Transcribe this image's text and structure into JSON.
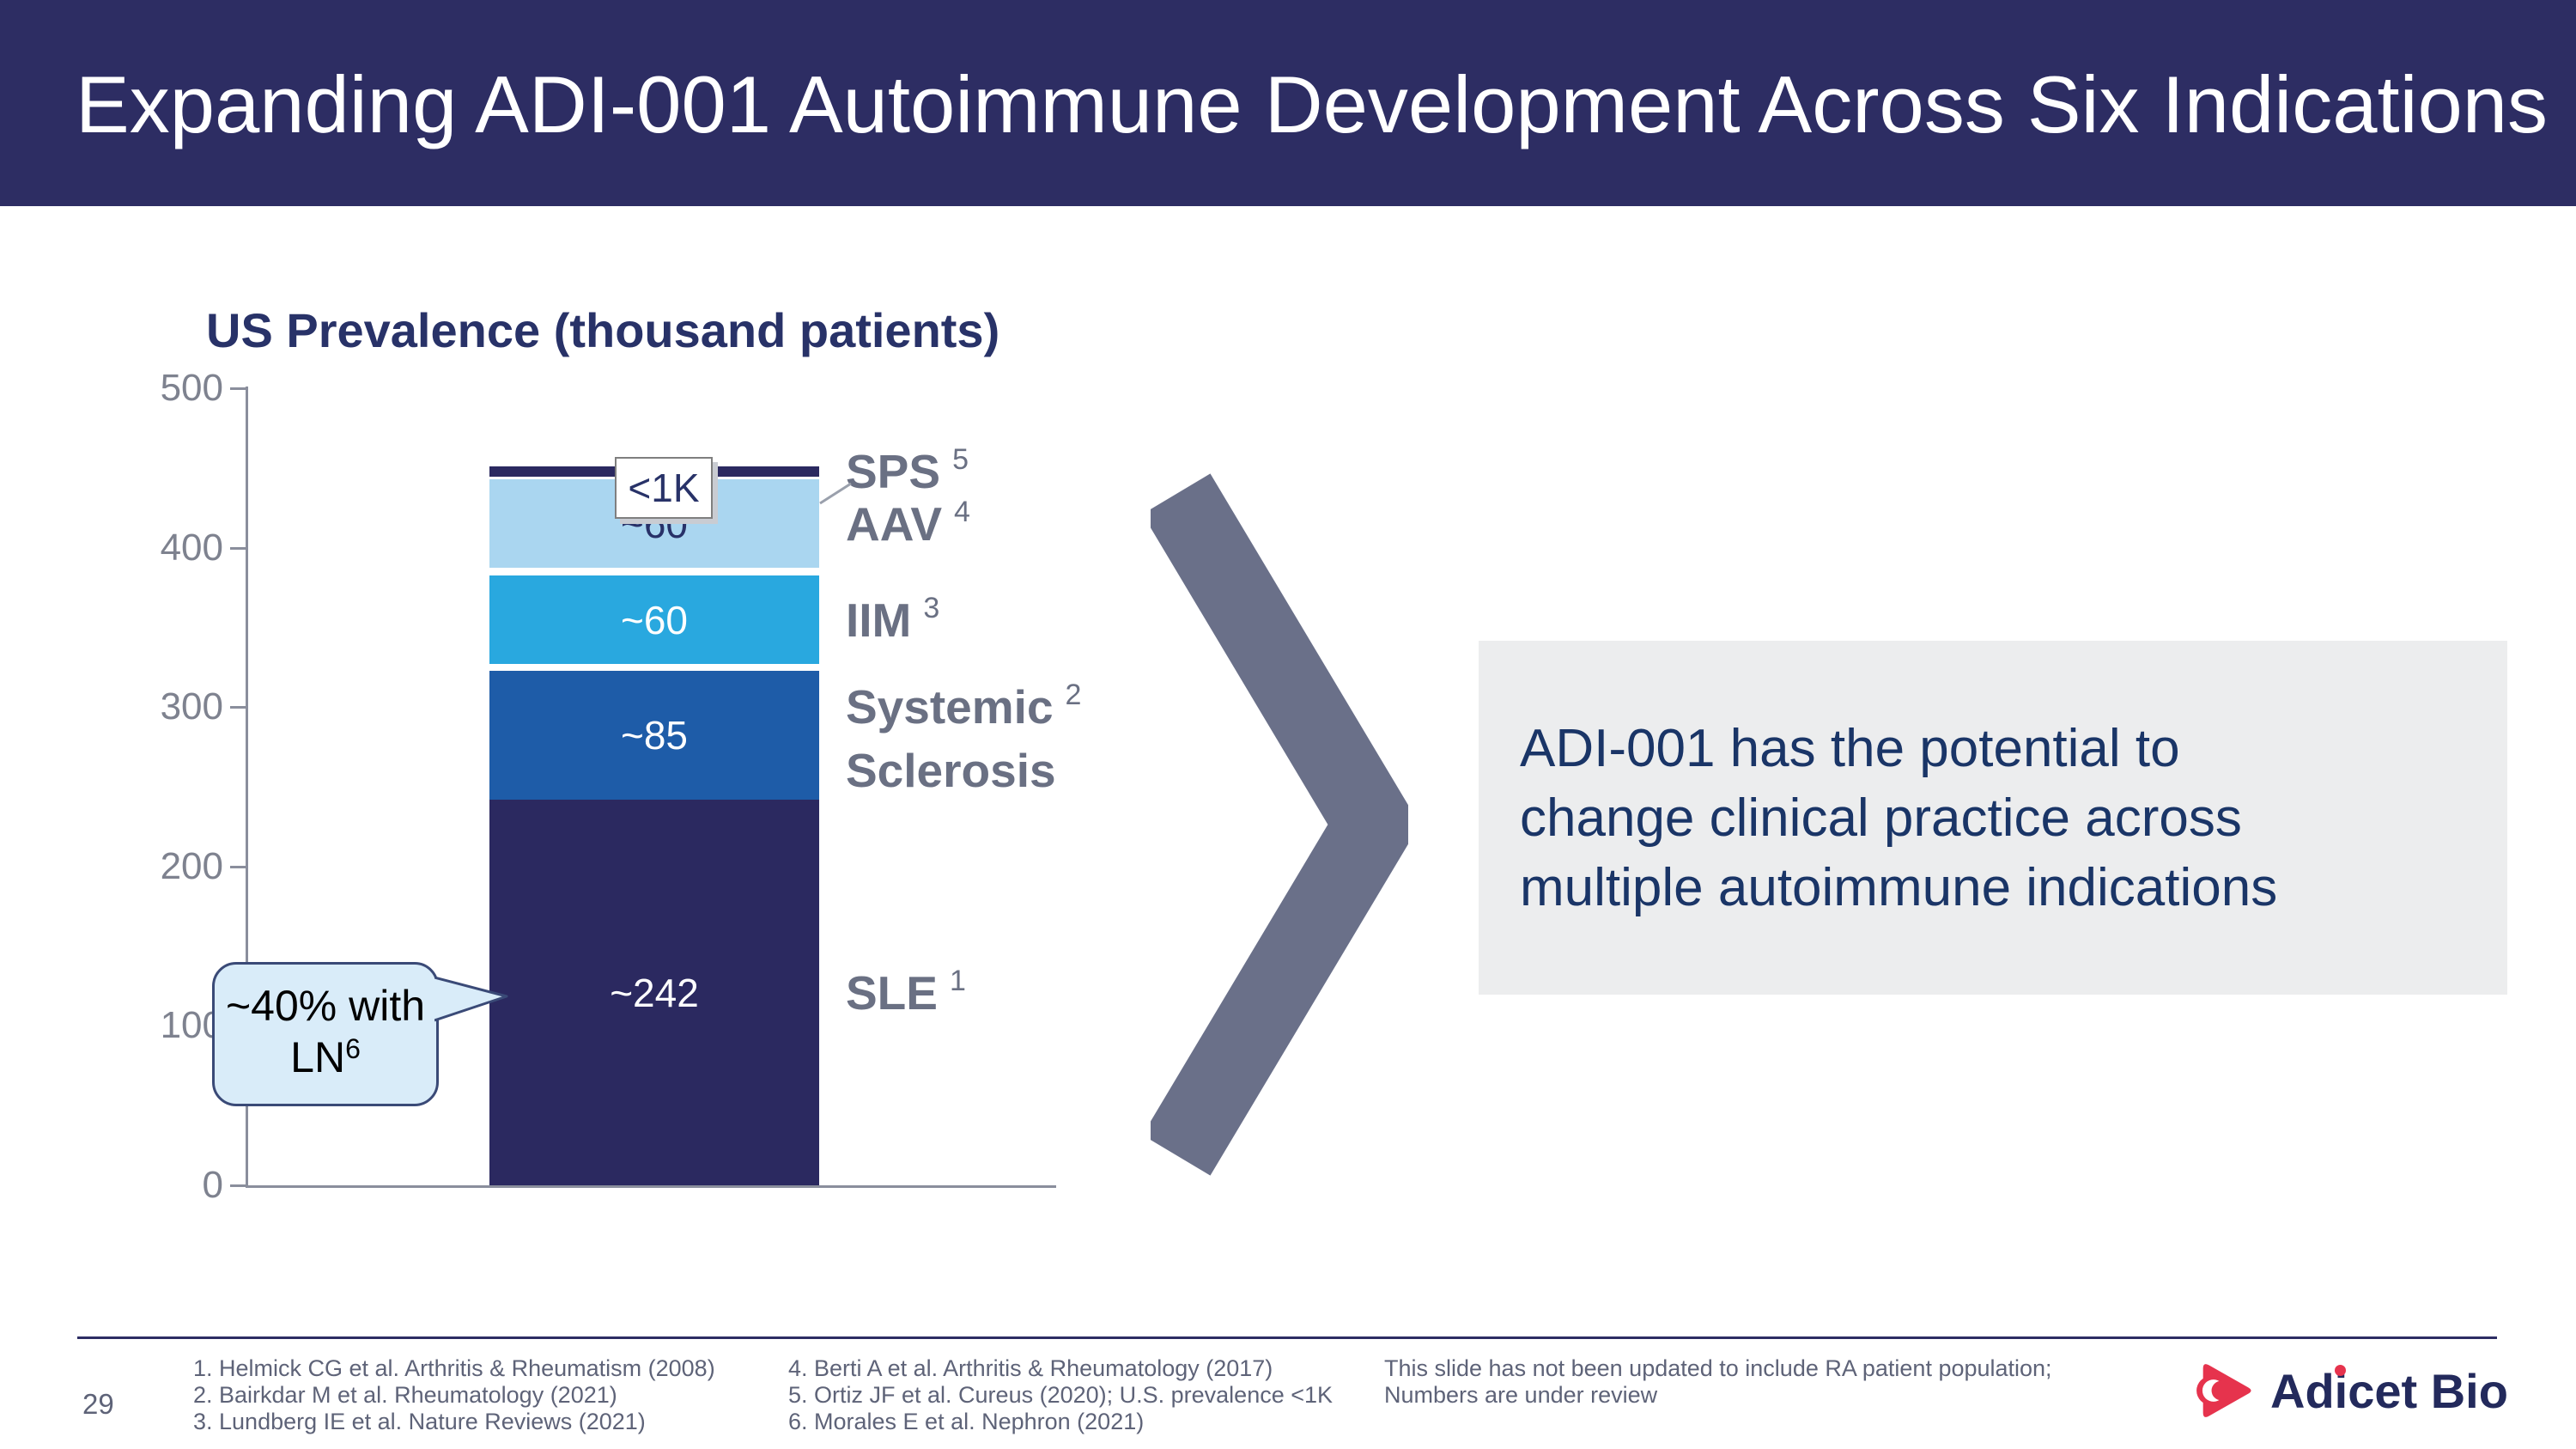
{
  "palette": {
    "header_navy": "#2D2D63",
    "sle_navy": "#2B2960",
    "ss_blue": "#1E5CA8",
    "iim_blue": "#29A8DF",
    "aav_light_blue": "#AAD6F0",
    "chevron_gray": "#6A7089",
    "label_gray": "#6A7083",
    "key_box_bg": "#ECEDEE",
    "key_text_navy": "#1A3567",
    "bubble_fill": "#D9ECF9",
    "bubble_stroke": "#3A4A77",
    "logo_red": "#E6334D",
    "logo_navy": "#232A5C"
  },
  "header": {
    "title": "Expanding ADI-001 Autoimmune Development Across Six Indications"
  },
  "chart": {
    "title": "US Prevalence (thousand patients)",
    "y_ticks": [
      "500",
      "400",
      "300",
      "200",
      "100",
      "0"
    ],
    "segments": [
      {
        "name": "SLE",
        "sup": "1",
        "value": 242,
        "display": "~242",
        "color": "#2B2960",
        "value_color": "#FFFFFF",
        "label_lines": [
          "SLE"
        ]
      },
      {
        "name": "Systemic Sclerosis",
        "sup": "2",
        "value": 85,
        "display": "~85",
        "color": "#1E5CA8",
        "value_color": "#FFFFFF",
        "label_lines": [
          "Systemic",
          "Sclerosis"
        ]
      },
      {
        "name": "IIM",
        "sup": "3",
        "value": 60,
        "display": "~60",
        "color": "#29A8DF",
        "value_color": "#FFFFFF",
        "label_lines": [
          "IIM"
        ]
      },
      {
        "name": "AAV",
        "sup": "4",
        "value": 60,
        "display": "~60",
        "color": "#AAD6F0",
        "value_color": "#283168",
        "label_lines": [
          "AAV"
        ]
      },
      {
        "name": "SPS",
        "sup": "5",
        "value": 1,
        "display": "<1K",
        "color": "#2B2960",
        "cap_height": 12,
        "label_lines": [
          "SPS"
        ]
      }
    ],
    "callout": {
      "text": "<1K"
    },
    "bubble": {
      "line1": "~40% with",
      "line2": "LN",
      "sup": "6"
    }
  },
  "chart_data": {
    "type": "bar",
    "stacked": true,
    "title": "US Prevalence (thousand patients)",
    "categories": [
      "US Prevalence (thousand patients)"
    ],
    "series": [
      {
        "name": "SLE",
        "superscript_ref": "1",
        "value": 242,
        "label": "~242"
      },
      {
        "name": "Systemic Sclerosis",
        "superscript_ref": "2",
        "value": 85,
        "label": "~85"
      },
      {
        "name": "IIM",
        "superscript_ref": "3",
        "value": 60,
        "label": "~60"
      },
      {
        "name": "AAV",
        "superscript_ref": "4",
        "value": 60,
        "label": "~60"
      },
      {
        "name": "SPS",
        "superscript_ref": "5",
        "value": 1,
        "label": "<1K"
      }
    ],
    "ylim": [
      0,
      500
    ],
    "yticks": [
      0,
      100,
      200,
      300,
      400,
      500
    ],
    "grid": false,
    "legend_position": "right-of-bar-labels",
    "annotations": [
      "<1K callout on SPS segment",
      "~40% with LN(6) callout on SLE segment"
    ]
  },
  "key_message": {
    "lines": [
      "ADI-001 has the potential to",
      "change clinical practice across",
      "multiple autoimmune indications"
    ]
  },
  "footer": {
    "page_number": "29",
    "col1": [
      "1. Helmick CG et al. Arthritis & Rheumatism (2008)",
      "2. Bairkdar M et al. Rheumatology (2021)",
      "3. Lundberg IE et al. Nature Reviews (2021)"
    ],
    "col2": [
      "4. Berti A  et al. Arthritis & Rheumatology  (2017)",
      "5. Ortiz JF et al. Cureus (2020); U.S. prevalence <1K",
      "6. Morales E et al. Nephron (2021)"
    ],
    "col3": [
      "This slide has not been updated to include RA patient population;",
      "Numbers are under review"
    ]
  },
  "logo": {
    "text": "Adicet Bio"
  }
}
